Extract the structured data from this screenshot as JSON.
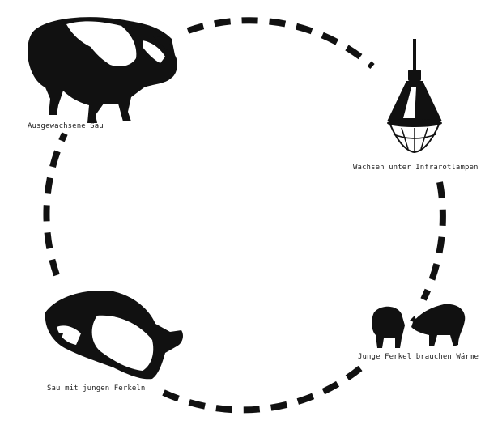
{
  "colors": {
    "ink": "#111111",
    "background": "#ffffff"
  },
  "stages": [
    {
      "id": "adult-sow",
      "icon": "adult-pig-icon",
      "label": "Ausgewachsene Sau"
    },
    {
      "id": "heat-lamp",
      "icon": "infrared-lamp-icon",
      "label": "Wachsen unter Infrarotlampen"
    },
    {
      "id": "piglets",
      "icon": "piglets-icon",
      "label": "Junge Ferkel brauchen Wärme"
    },
    {
      "id": "sow-with-piglets",
      "icon": "sow-nursing-icon",
      "label": "Sau mit jungen Ferkeln"
    }
  ]
}
